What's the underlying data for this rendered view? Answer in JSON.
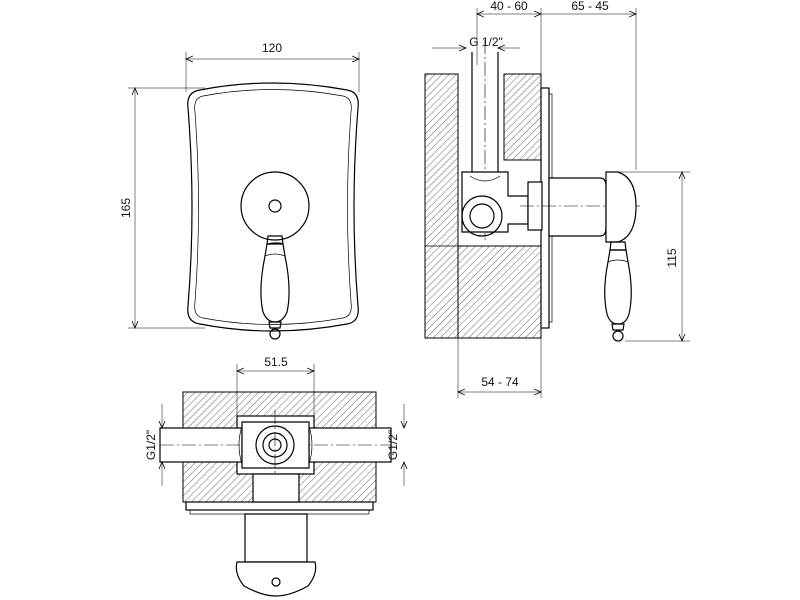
{
  "dimensions": {
    "front_width": "120",
    "front_height": "165",
    "side_valve_depth": "40 - 60",
    "side_projection": "65 - 45",
    "side_inlet": "G 1/2\"",
    "side_handle_height": "115",
    "side_wall_depth": "54 - 74",
    "bottom_spacing": "51.5",
    "bottom_inlet_left": "G1/2\"",
    "bottom_inlet_right": "G1/2\""
  },
  "colors": {
    "line": "#000000",
    "hatch": "#000000",
    "background": "#ffffff"
  }
}
